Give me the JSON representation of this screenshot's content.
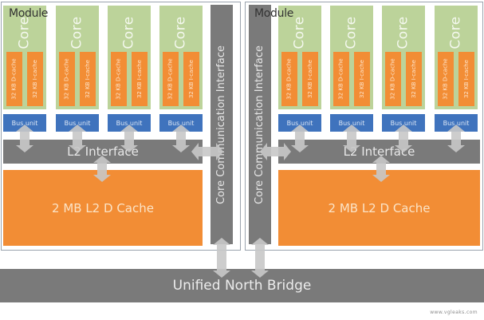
{
  "modules": [
    {
      "label": "Module",
      "cores": [
        {
          "label": "Core",
          "dcache": "32 KB D-cache",
          "icache": "32 KB I-cache",
          "bus": "Bus unit"
        },
        {
          "label": "Core",
          "dcache": "32 KB D-cache",
          "icache": "32 KB I-cache",
          "bus": "Bus unit"
        },
        {
          "label": "Core",
          "dcache": "32 KB D-cache",
          "icache": "32 KB I-cache",
          "bus": "Bus unit"
        },
        {
          "label": "Core",
          "dcache": "32 KB D-cache",
          "icache": "32 KB I-cache",
          "bus": "Bus unit"
        }
      ],
      "l2_interface": "L2 Interface",
      "l2_cache": "2 MB L2 D Cache",
      "core_comm_interface": "Core Communication Interface"
    },
    {
      "label": "Module",
      "cores": [
        {
          "label": "Core",
          "dcache": "32 KB D-cache",
          "icache": "32 KB I-cache",
          "bus": "Bus unit"
        },
        {
          "label": "Core",
          "dcache": "32 KB D-cache",
          "icache": "32 KB I-cache",
          "bus": "Bus unit"
        },
        {
          "label": "Core",
          "dcache": "32 KB D-cache",
          "icache": "32 KB I-cache",
          "bus": "Bus unit"
        },
        {
          "label": "Core",
          "dcache": "32 KB D-cache",
          "icache": "32 KB I-cache",
          "bus": "Bus unit"
        }
      ],
      "l2_interface": "L2 Interface",
      "l2_cache": "2 MB L2 D Cache",
      "core_comm_interface": "Core Communication Interface"
    }
  ],
  "north_bridge": "Unified North Bridge",
  "watermark": "www.vgleaks.com",
  "colors": {
    "core": "#bcd39a",
    "cache": "#f28d35",
    "bus_unit": "#3f73bd",
    "interface": "#7a7a7a",
    "arrow": "#c8c8c8"
  }
}
